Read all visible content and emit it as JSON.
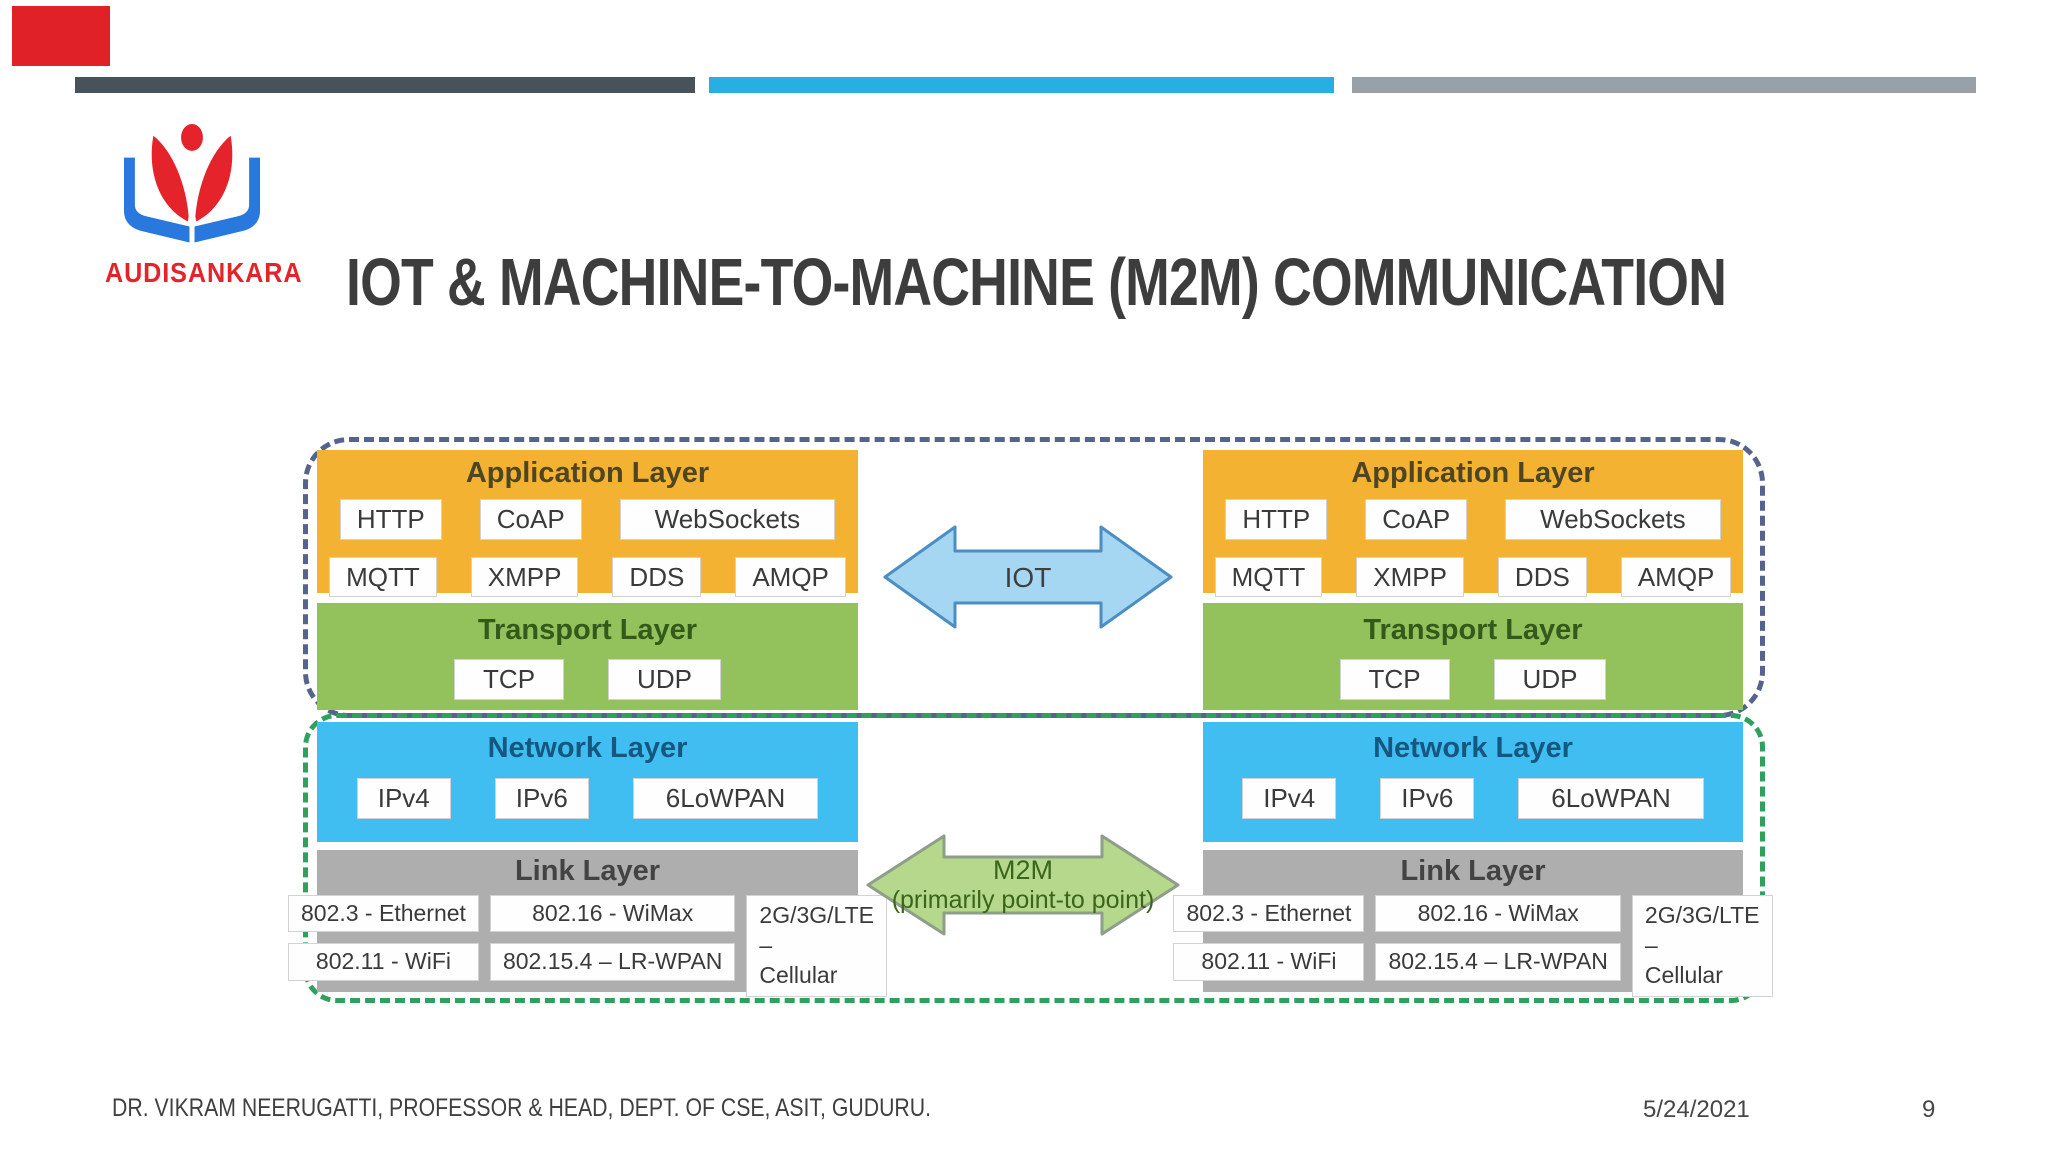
{
  "slide": {
    "logo_text": "AUDISANKARA",
    "title": "IOT & MACHINE-TO-MACHINE (M2M) COMMUNICATION",
    "footer": {
      "credit": "DR. VIKRAM NEERUGATTI, PROFESSOR & HEAD, DEPT. OF CSE, ASIT, GUDURU.",
      "date": "5/24/2021",
      "page": "9"
    }
  },
  "diagram": {
    "arrows": {
      "iot": {
        "label": "IOT"
      },
      "m2m": {
        "label": "M2M",
        "sublabel": "(primarily point-to point)"
      }
    },
    "stack": {
      "application": {
        "title": "Application Layer",
        "rows": [
          [
            "HTTP",
            "CoAP",
            "WebSockets"
          ],
          [
            "MQTT",
            "XMPP",
            "DDS",
            "AMQP"
          ]
        ]
      },
      "transport": {
        "title": "Transport Layer",
        "rows": [
          [
            "TCP",
            "UDP"
          ]
        ]
      },
      "network": {
        "title": "Network Layer",
        "rows": [
          [
            "IPv4",
            "IPv6",
            "6LoWPAN"
          ]
        ]
      },
      "link": {
        "title": "Link Layer",
        "col1": [
          "802.3 - Ethernet",
          "802.11 - WiFi"
        ],
        "col2": [
          "802.16 - WiMax",
          "802.15.4 – LR-WPAN"
        ],
        "col3": "2G/3G/LTE –\nCellular"
      }
    }
  },
  "colors": {
    "corner_block": "#e02127",
    "bar_dark": "#47525b",
    "bar_blue": "#27aee3",
    "bar_gray": "#98a1a8",
    "logo_red": "#e4232b",
    "logo_blue": "#2878de",
    "title_text": "#3d3d3d",
    "dashed_top_border": "#54648c",
    "dashed_bottom_border": "#2fa15c",
    "application_layer": "#f4b233",
    "transport_layer": "#93c25d",
    "network_layer": "#41bef1",
    "link_layer": "#aeaeaf",
    "iot_arrow_fill": "#a5d7f3",
    "iot_arrow_stroke": "#4c8ec4",
    "m2m_arrow_fill": "#b5d88c",
    "m2m_arrow_stroke": "#8d9e89",
    "m2m_text": "#3a651b"
  }
}
